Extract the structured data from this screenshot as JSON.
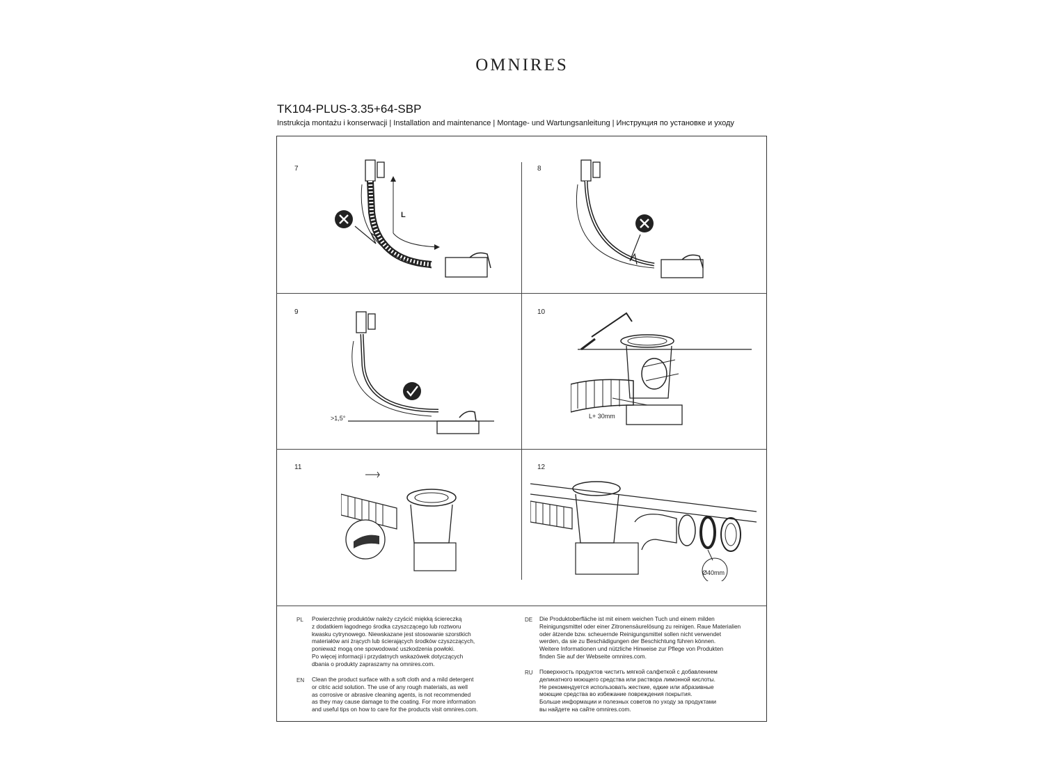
{
  "brand": "OMNIRES",
  "header": {
    "title": "TK104-PLUS-3.35+64-SBP",
    "subtitle": "Instrukcja montażu i konserwacji | Installation and maintenance | Montage- und Wartungsanleitung | Инструкция по установке и уходу"
  },
  "steps": [
    {
      "number": "7",
      "annotation": "L"
    },
    {
      "number": "8"
    },
    {
      "number": "9",
      "annotation": ">1,5°"
    },
    {
      "number": "10",
      "annotation": "L+ 30mm"
    },
    {
      "number": "11"
    },
    {
      "number": "12",
      "annotation": "Ø40mm"
    }
  ],
  "care": {
    "pl": {
      "code": "PL",
      "text": "Powierzchnię produktów należy czyścić miękką ściereczką\nz dodatkiem łagodnego środka czyszczącego lub roztworu\nkwasku cytrynowego. Niewskazane jest stosowanie szorstkich\nmateriałów ani żrących lub ścierających środków czyszczących,\nponieważ mogą one spowodować uszkodzenia powłoki.\nPo więcej informacji i przydatnych wskazówek dotyczących\ndbania o produkty zapraszamy na omnires.com."
    },
    "en": {
      "code": "EN",
      "text": "Clean the product surface with a soft cloth and a mild detergent\nor citric acid solution. The use of any rough materials, as well\nas corrosive or abrasive cleaning agents, is not recommended\nas they may cause damage to the coating. For more information\nand useful tips on how to care for the products visit omnires.com."
    },
    "de": {
      "code": "DE",
      "text": "Die Produktoberfläche ist mit einem weichen Tuch und einem milden\nReinigungsmittel oder einer Zitronensäurelösung zu reinigen. Raue Materialien\noder ätzende bzw. scheuernde Reinigungsmittel sollen nicht verwendet\nwerden, da sie zu Beschädigungen der Beschichtung führen können.\nWeitere Informationen und nützliche Hinweise zur Pflege von Produkten\nfinden Sie auf der Webseite omnires.com."
    },
    "ru": {
      "code": "RU",
      "text": "Поверхность продуктов чистить мягкой салфеткой с добавлением\nделикатного моющего средства или раствора лимонной кислоты.\nНе рекомендуется использовать жесткие, едкие или абразивные\nмоющие средства во избежание повреждения покрытия.\nБольше информации и полезных советов по уходу за продуктами\nвы найдете на сайте omnires.com."
    }
  }
}
